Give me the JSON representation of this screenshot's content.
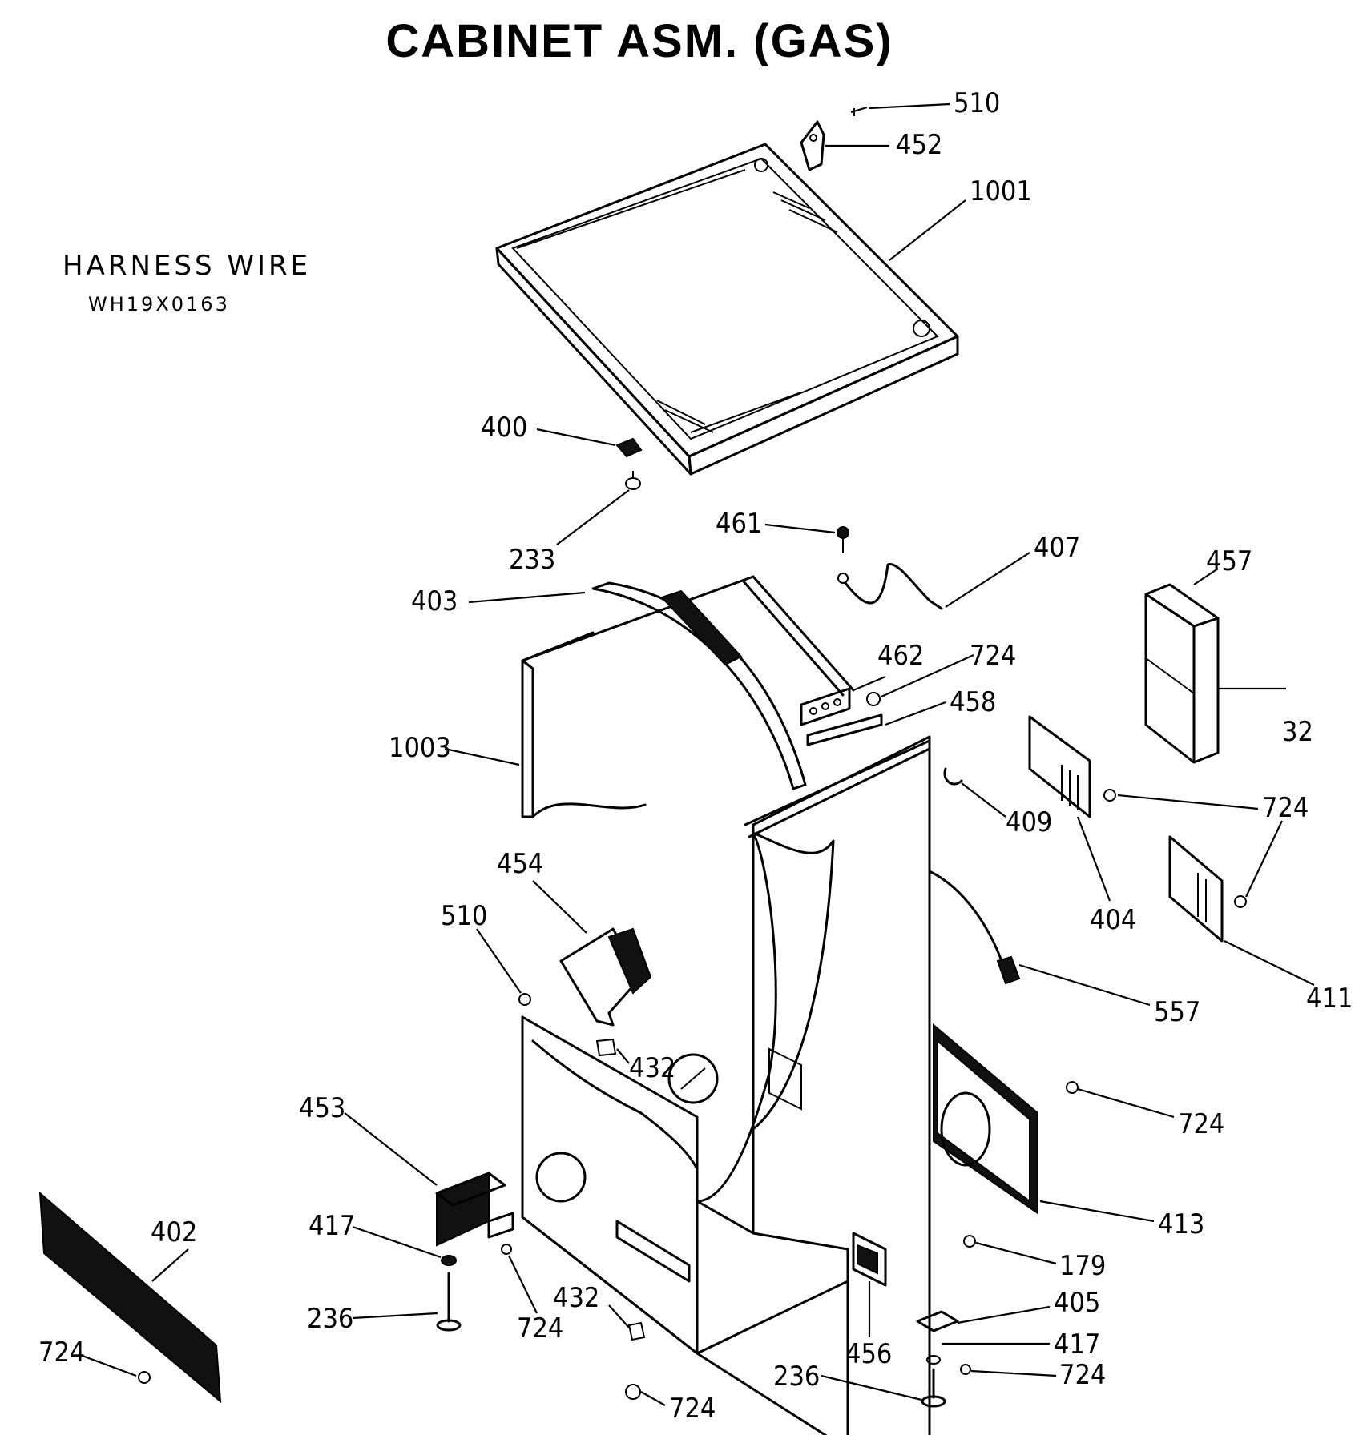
{
  "title": "CABINET ASM. (GAS)",
  "note": {
    "label": "HARNESS WIRE",
    "part_number": "WH19X0163"
  },
  "callouts": {
    "c510a": "510",
    "c452": "452",
    "c1001": "1001",
    "c400": "400",
    "c233": "233",
    "c461": "461",
    "c407": "407",
    "c457": "457",
    "c403": "403",
    "c462": "462",
    "c724a": "724",
    "c458": "458",
    "c32": "32",
    "c1003": "1003",
    "c409": "409",
    "c724b": "724",
    "c454": "454",
    "c404": "404",
    "c510b": "510",
    "c557": "557",
    "c411": "411",
    "c432a": "432",
    "c724c": "724",
    "c453": "453",
    "c402": "402",
    "c413": "413",
    "c417a": "417",
    "c179": "179",
    "c405": "405",
    "c236a": "236",
    "c724d": "724",
    "c432b": "432",
    "c417b": "417",
    "c456": "456",
    "c724e": "724",
    "c724f": "724",
    "c236b": "236",
    "c724g": "724"
  }
}
